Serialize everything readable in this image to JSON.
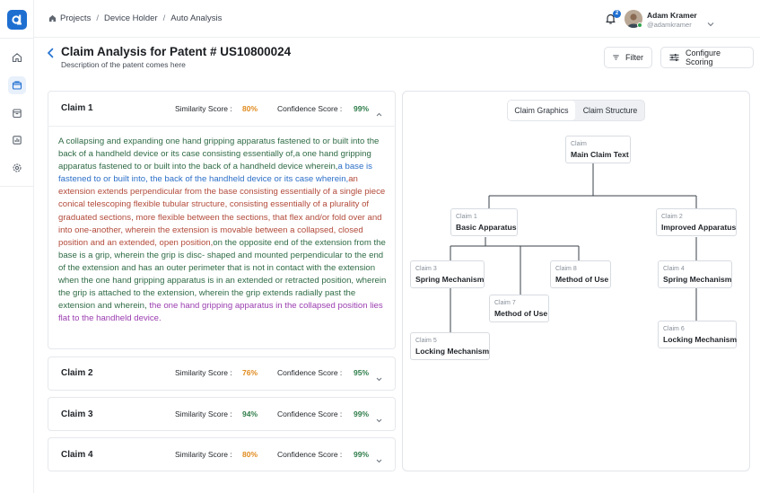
{
  "breadcrumb": {
    "items": [
      "Projects",
      "Device Holder",
      "Auto Analysis"
    ],
    "separator": "/"
  },
  "header": {
    "notification_count": "2",
    "user_name": "Adam Kramer",
    "user_handle": "@adamkramer"
  },
  "page": {
    "title": "Claim Analysis for Patent # US10800024",
    "subtitle": "Description of the patent comes here"
  },
  "toolbar": {
    "filter_label": "Filter",
    "configure_label": "Configure Scoring"
  },
  "claims": [
    {
      "title": "Claim 1",
      "similarity_label": "Similarity Score :",
      "similarity": "80%",
      "confidence_label": "Confidence Score :",
      "confidence": "99%",
      "expanded": true
    },
    {
      "title": "Claim 2",
      "similarity_label": "Similarity Score :",
      "similarity": "76%",
      "confidence_label": "Confidence Score :",
      "confidence": "95%",
      "expanded": false
    },
    {
      "title": "Claim 3",
      "similarity_label": "Similarity Score :",
      "similarity": "94%",
      "confidence_label": "Confidence Score :",
      "confidence": "99%",
      "expanded": false
    },
    {
      "title": "Claim 4",
      "similarity_label": "Similarity Score :",
      "similarity": "80%",
      "confidence_label": "Confidence Score :",
      "confidence": "99%",
      "expanded": false
    }
  ],
  "claim1_text": {
    "seg1": "A collapsing and expanding one hand gripping apparatus fastened to or built into the back of a handheld device or its case consisting essentially of,a one hand gripping apparatus fastened to or built into the back of a handheld device wherein,",
    "seg2": "a base is fastened to or built into, the back of the handheld device or its case wherein,",
    "seg3": "an extension extends perpendicular from the base consisting essentially of a single piece conical telescoping flexible tubular structure, consisting essentially of a plurality of graduated sections, more flexible between the sections, that flex and/or fold over and into one-another, wherein the extension is movable between a collapsed, closed position and an extended, open position,",
    "seg4": "on the opposite end of the extension from the base is a grip, wherein the grip is disc- shaped and mounted perpendicular to the end of the extension and has an outer perimeter that is not in contact with the extension when the one hand gripping apparatus is in an extended or retracted position, wherein the grip is attached to the extension, wherein the grip extends radially past the extension and wherein,",
    "seg5": "the one hand gripping apparatus in the collapsed position lies flat to the handheld device."
  },
  "text_colors": {
    "green": "#2f6b45",
    "blue": "#2c6fc8",
    "red": "#b24a3a",
    "purple": "#9a3db0"
  },
  "score_colors": {
    "orange": "#e08a1e",
    "green": "#2f7d4a"
  },
  "tabs": {
    "graphics": "Claim Graphics",
    "structure": "Claim Structure",
    "active": "Claim Graphics"
  },
  "tree": {
    "root": {
      "kind": "Claim",
      "title": "Main Claim Text"
    },
    "c1": {
      "kind": "Claim 1",
      "title": "Basic Apparatus"
    },
    "c2": {
      "kind": "Claim 2",
      "title": "Improved Apparatus"
    },
    "c3": {
      "kind": "Claim 3",
      "title": "Spring Mechanism"
    },
    "c4": {
      "kind": "Claim 4",
      "title": "Spring Mechanism"
    },
    "c5": {
      "kind": "Claim 5",
      "title": "Locking Mechanism"
    },
    "c6": {
      "kind": "Claim 6",
      "title": "Locking Mechanism"
    },
    "c7": {
      "kind": "Claim 7",
      "title": "Method of Use"
    },
    "c8": {
      "kind": "Claim 8",
      "title": "Method of Use"
    }
  },
  "icons": {
    "logo": "app-logo-icon",
    "nav": [
      "home-icon",
      "folder-icon",
      "archive-icon",
      "chart-icon",
      "settings-icon"
    ],
    "accent": "#1f6fd1"
  }
}
